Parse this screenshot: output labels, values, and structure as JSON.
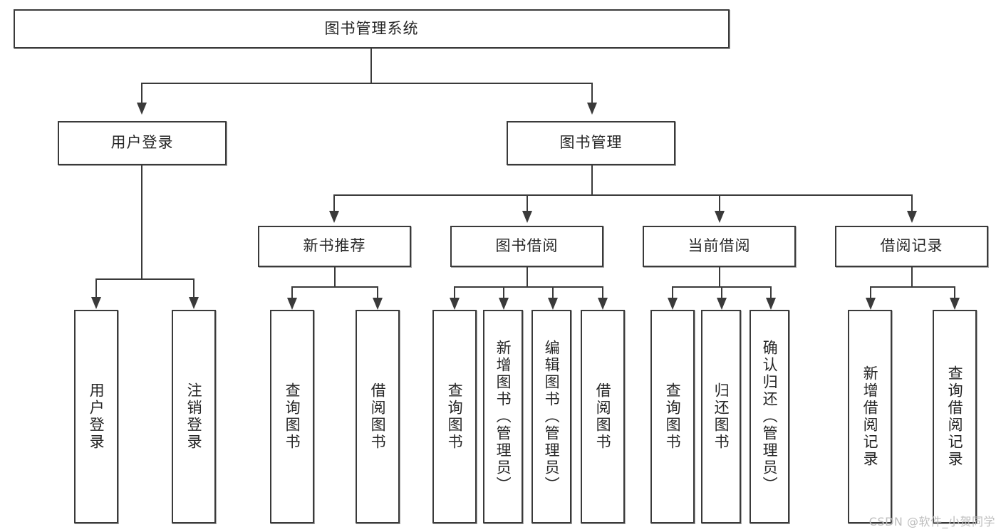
{
  "diagram": {
    "type": "tree-hierarchy",
    "title": "图书管理系统",
    "root": {
      "label": "图书管理系统"
    },
    "level2": [
      {
        "label": "用户登录"
      },
      {
        "label": "图书管理"
      }
    ],
    "level3": [
      {
        "label": "新书推荐"
      },
      {
        "label": "图书借阅"
      },
      {
        "label": "当前借阅"
      },
      {
        "label": "借阅记录"
      }
    ],
    "leaves": {
      "user_login": [
        {
          "label": "用户登录"
        },
        {
          "label": "注销登录"
        }
      ],
      "new_book_recommend": [
        {
          "label": "查询图书"
        },
        {
          "label": "借阅图书"
        }
      ],
      "book_borrow": [
        {
          "label": "查询图书"
        },
        {
          "label": "新增图书（管理员）"
        },
        {
          "label": "编辑图书（管理员）"
        },
        {
          "label": "借阅图书"
        }
      ],
      "current_borrow": [
        {
          "label": "查询图书"
        },
        {
          "label": "归还图书"
        },
        {
          "label": "确认归还（管理员）"
        }
      ],
      "borrow_record": [
        {
          "label": "新增借阅记录"
        },
        {
          "label": "查询借阅记录"
        }
      ]
    }
  },
  "watermark": {
    "text": "CSDN @软件_小贺同学"
  },
  "colors": {
    "border": "#3a3a3a",
    "text": "#262626",
    "background": "#ffffff",
    "watermark": "#bdbdbd"
  }
}
